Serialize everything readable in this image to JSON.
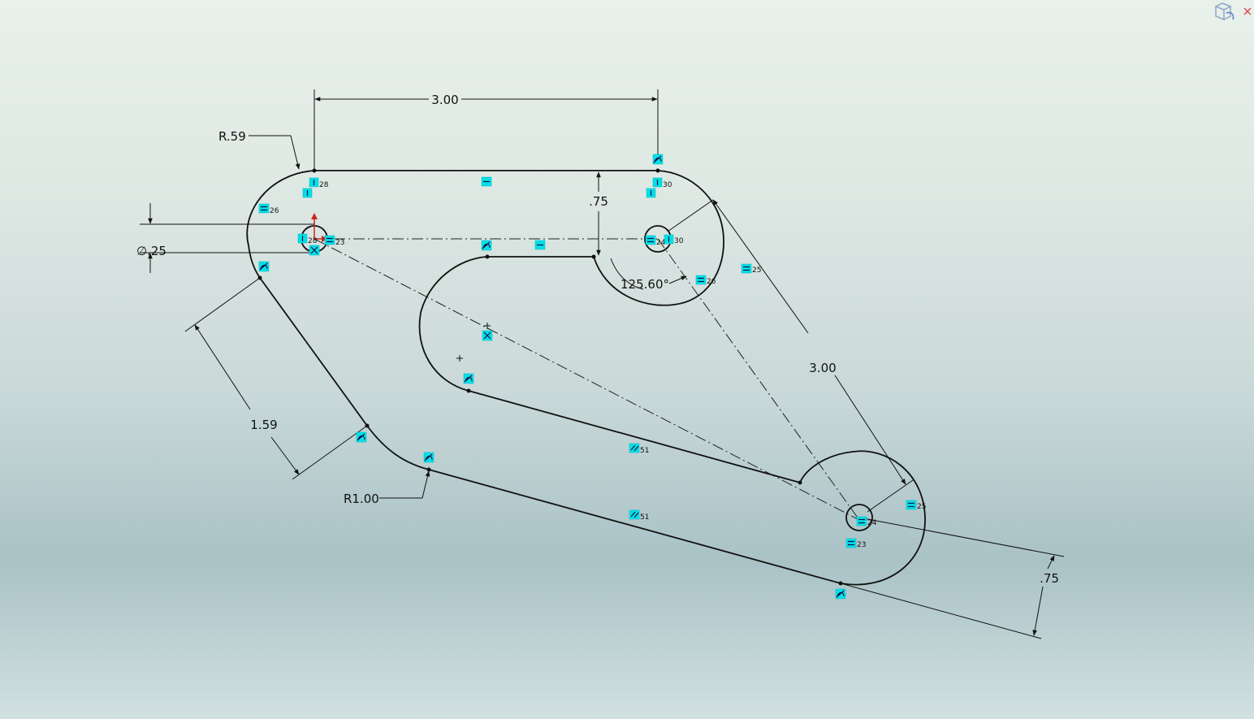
{
  "dimensions": {
    "top_length": "3.00",
    "radius_top_left": "R.59",
    "top_offset": ".75",
    "hole_diameter": "∅.25",
    "angle": "125.60°",
    "diagonal_length": "3.00",
    "left_length": "1.59",
    "radius_bottom_left": "R1.00",
    "bottom_offset": ".75"
  },
  "relations": {
    "r28a": "28",
    "r28b": "28",
    "r23a": "23",
    "r26a": "26",
    "r30a": "30",
    "r24a": "24",
    "r30b": "30",
    "r25a": "25",
    "r26b": "26",
    "r51a": "51",
    "r51b": "51",
    "r25b": "25",
    "r24b": "24",
    "r23b": "23"
  },
  "colors": {
    "relation_badge": "#00e0e8",
    "origin_marker": "#d22222"
  },
  "icons": [
    "coincident-icon",
    "vertical-icon",
    "horizontal-icon",
    "equal-icon",
    "tangent-icon",
    "parallel-icon",
    "midpoint-icon",
    "view-orientation-icon"
  ]
}
